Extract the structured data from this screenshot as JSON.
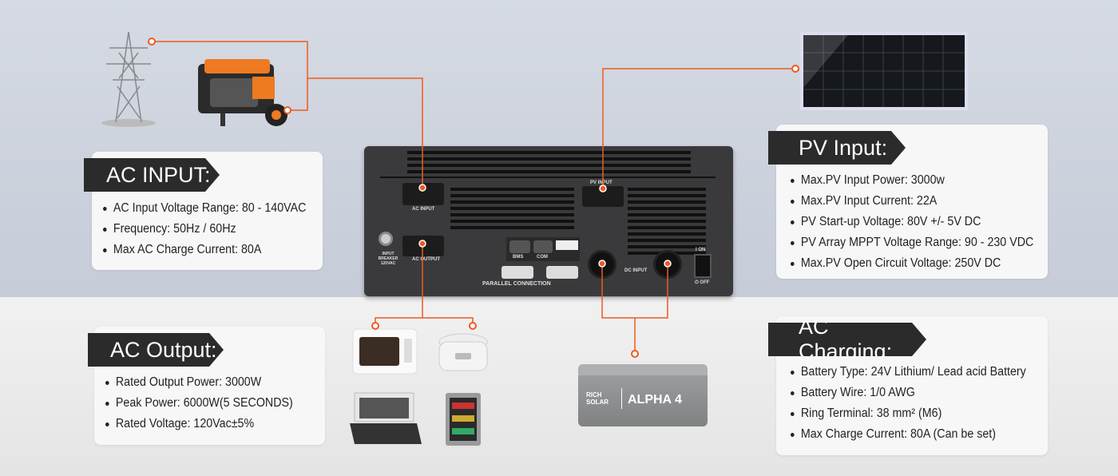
{
  "ac_input": {
    "title": "AC INPUT:",
    "items": [
      "AC Input Voltage Range: 80 - 140VAC",
      "Frequency: 50Hz / 60Hz",
      "Max AC Charge Current: 80A"
    ]
  },
  "ac_output": {
    "title": "AC Output:",
    "items": [
      "Rated Output Power: 3000W",
      "Peak Power: 6000W(5 SECONDS)",
      "Rated Voltage: 120Vac±5%"
    ]
  },
  "pv_input": {
    "title": "PV Input:",
    "items": [
      "Max.PV Input Power: 3000w",
      "Max.PV Input Current: 22A",
      "PV Start-up Voltage:  80V +/- 5V DC",
      "PV Array MPPT Voltage Range:  90 - 230 VDC",
      "Max.PV Open Circuit Voltage: 250V DC"
    ]
  },
  "ac_charging": {
    "title": "AC Charging:",
    "items": [
      "Battery Type: 24V Lithium/ Lead acid Battery",
      "Battery Wire: 1/0 AWG",
      "Ring Terminal: 38 mm² (M6)",
      "Max Charge Current: 80A (Can be set)"
    ]
  },
  "inverter": {
    "ac_input": "AC  INPUT",
    "ac_output": "AC OUTPUT",
    "pv_input": "PV INPUT",
    "input_breaker": "INPUT BREAKER 120VAC",
    "bms": "BMS",
    "com": "COM",
    "parallel": "PARALLEL CONNECTION",
    "dc_input": "DC  INPUT",
    "on": "I  ON",
    "off": "⏻ OFF"
  },
  "battery": {
    "brand": "RICH SOLAR",
    "model": "ALPHA 4"
  },
  "colors": {
    "wire": "#ef5a1f",
    "tag": "#2b2b2b"
  }
}
